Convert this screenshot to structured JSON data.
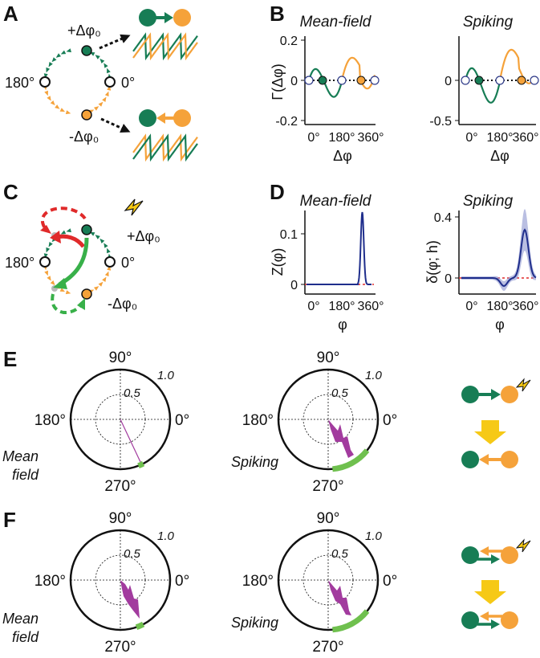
{
  "panel_labels": {
    "a": "A",
    "b": "B",
    "c": "C",
    "d": "D",
    "e": "E",
    "f": "F"
  },
  "panel_a": {
    "angle_180": "180°",
    "angle_0": "0°",
    "plus_phase": "+Δφ₀",
    "minus_phase": "-Δφ₀"
  },
  "panel_b": {
    "mean_title": "Mean-field",
    "spiking_title": "Spiking",
    "ylabel": "Γ(Δφ)",
    "xlabel": "Δφ",
    "x_ticks": [
      "0°",
      "180°",
      "360°"
    ],
    "mean_y_ticks": [
      "0.2",
      "0",
      "-0.2"
    ],
    "spiking_y_ticks": [
      "0",
      "-0.5"
    ]
  },
  "panel_c": {
    "angle_180": "180°",
    "angle_0": "0°",
    "plus_phase": "+Δφ₀",
    "minus_phase": "-Δφ₀"
  },
  "panel_d": {
    "mean_title": "Mean-field",
    "spiking_title": "Spiking",
    "mean_ylabel": "Z(φ)",
    "spiking_ylabel": "δ(φ; h)",
    "xlabel": "φ",
    "x_ticks": [
      "0°",
      "180°",
      "360°"
    ],
    "mean_y_ticks": [
      "0.1",
      "0"
    ],
    "spiking_y_ticks": [
      "0.4",
      "0"
    ]
  },
  "polar": {
    "deg_90": "90°",
    "deg_180": "180°",
    "deg_0": "0°",
    "deg_270": "270°",
    "r_1": "1.0",
    "r_05": "0.5",
    "mean_field_line1": "Mean",
    "mean_field_line2": "field",
    "spiking": "Spiking"
  },
  "colors": {
    "green": "#177d55",
    "orange": "#f5a23a",
    "red": "#e02a2a",
    "lightgreen": "#38b049",
    "blue": "#1f2e8c",
    "magenta": "#a23b9e",
    "yellow": "#f6c916",
    "arcgreen": "#6fc04e"
  }
}
